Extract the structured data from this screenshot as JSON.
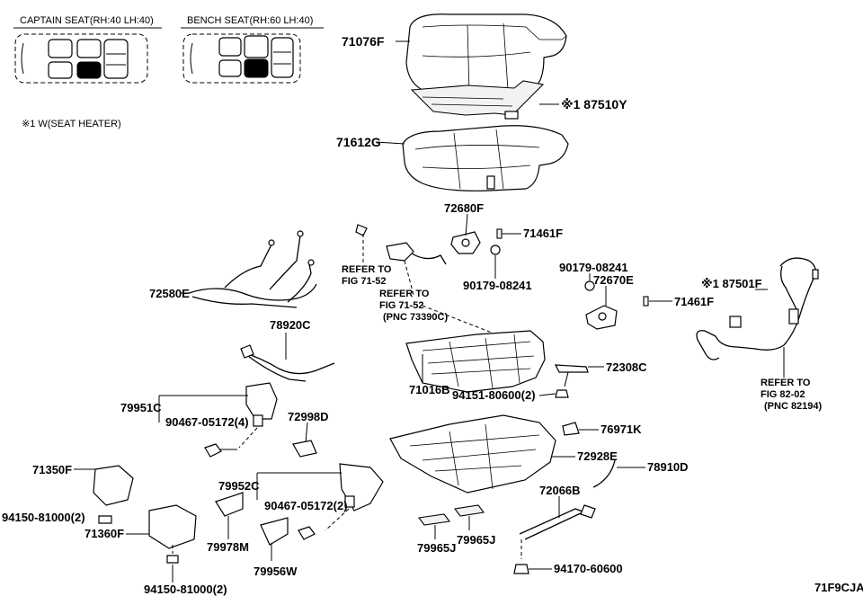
{
  "legend": {
    "captain_title": "CAPTAIN SEAT(RH:40 LH:40)",
    "bench_title": "BENCH SEAT(RH:60 LH:40)",
    "note": "※1 W(SEAT HEATER)"
  },
  "parts": {
    "p71076F": "71076F",
    "p87510Y": "※1 87510Y",
    "p71612G": "71612G",
    "p72680F": "72680F",
    "p71461F_a": "71461F",
    "p90179_a": "90179-08241",
    "p90179_b": "90179-08241",
    "p72670E": "72670E",
    "p71461F_b": "71461F",
    "p87501F": "※1 87501F",
    "p72580E": "72580E",
    "p78920C": "78920C",
    "p71016B": "71016B",
    "p72308C": "72308C",
    "p94151": "94151-80600(2)",
    "p79951C": "79951C",
    "p90467_a": "90467-05172(4)",
    "p72998D": "72998D",
    "p76971K": "76971K",
    "p72928E": "72928E",
    "p78910D": "78910D",
    "p71350F": "71350F",
    "p79952C": "79952C",
    "p90467_b": "90467-05172(2)",
    "p72066B": "72066B",
    "p94150_a": "94150-81000(2)",
    "p71360F": "71360F",
    "p79978M": "79978M",
    "p79956W": "79956W",
    "p79965J_a": "79965J",
    "p79965J_b": "79965J",
    "p94170": "94170-60600",
    "p94150_b": "94150-81000(2)"
  },
  "refs": {
    "r1_l1": "REFER TO",
    "r1_l2": "FIG 71-52",
    "r2_l1": "REFER TO",
    "r2_l2": "FIG 71-52",
    "r2_l3": "(PNC 73390C)",
    "r3_l1": "REFER TO",
    "r3_l2": "FIG 82-02",
    "r3_l3": "(PNC 82194)"
  },
  "figure_code": "71F9CJA"
}
